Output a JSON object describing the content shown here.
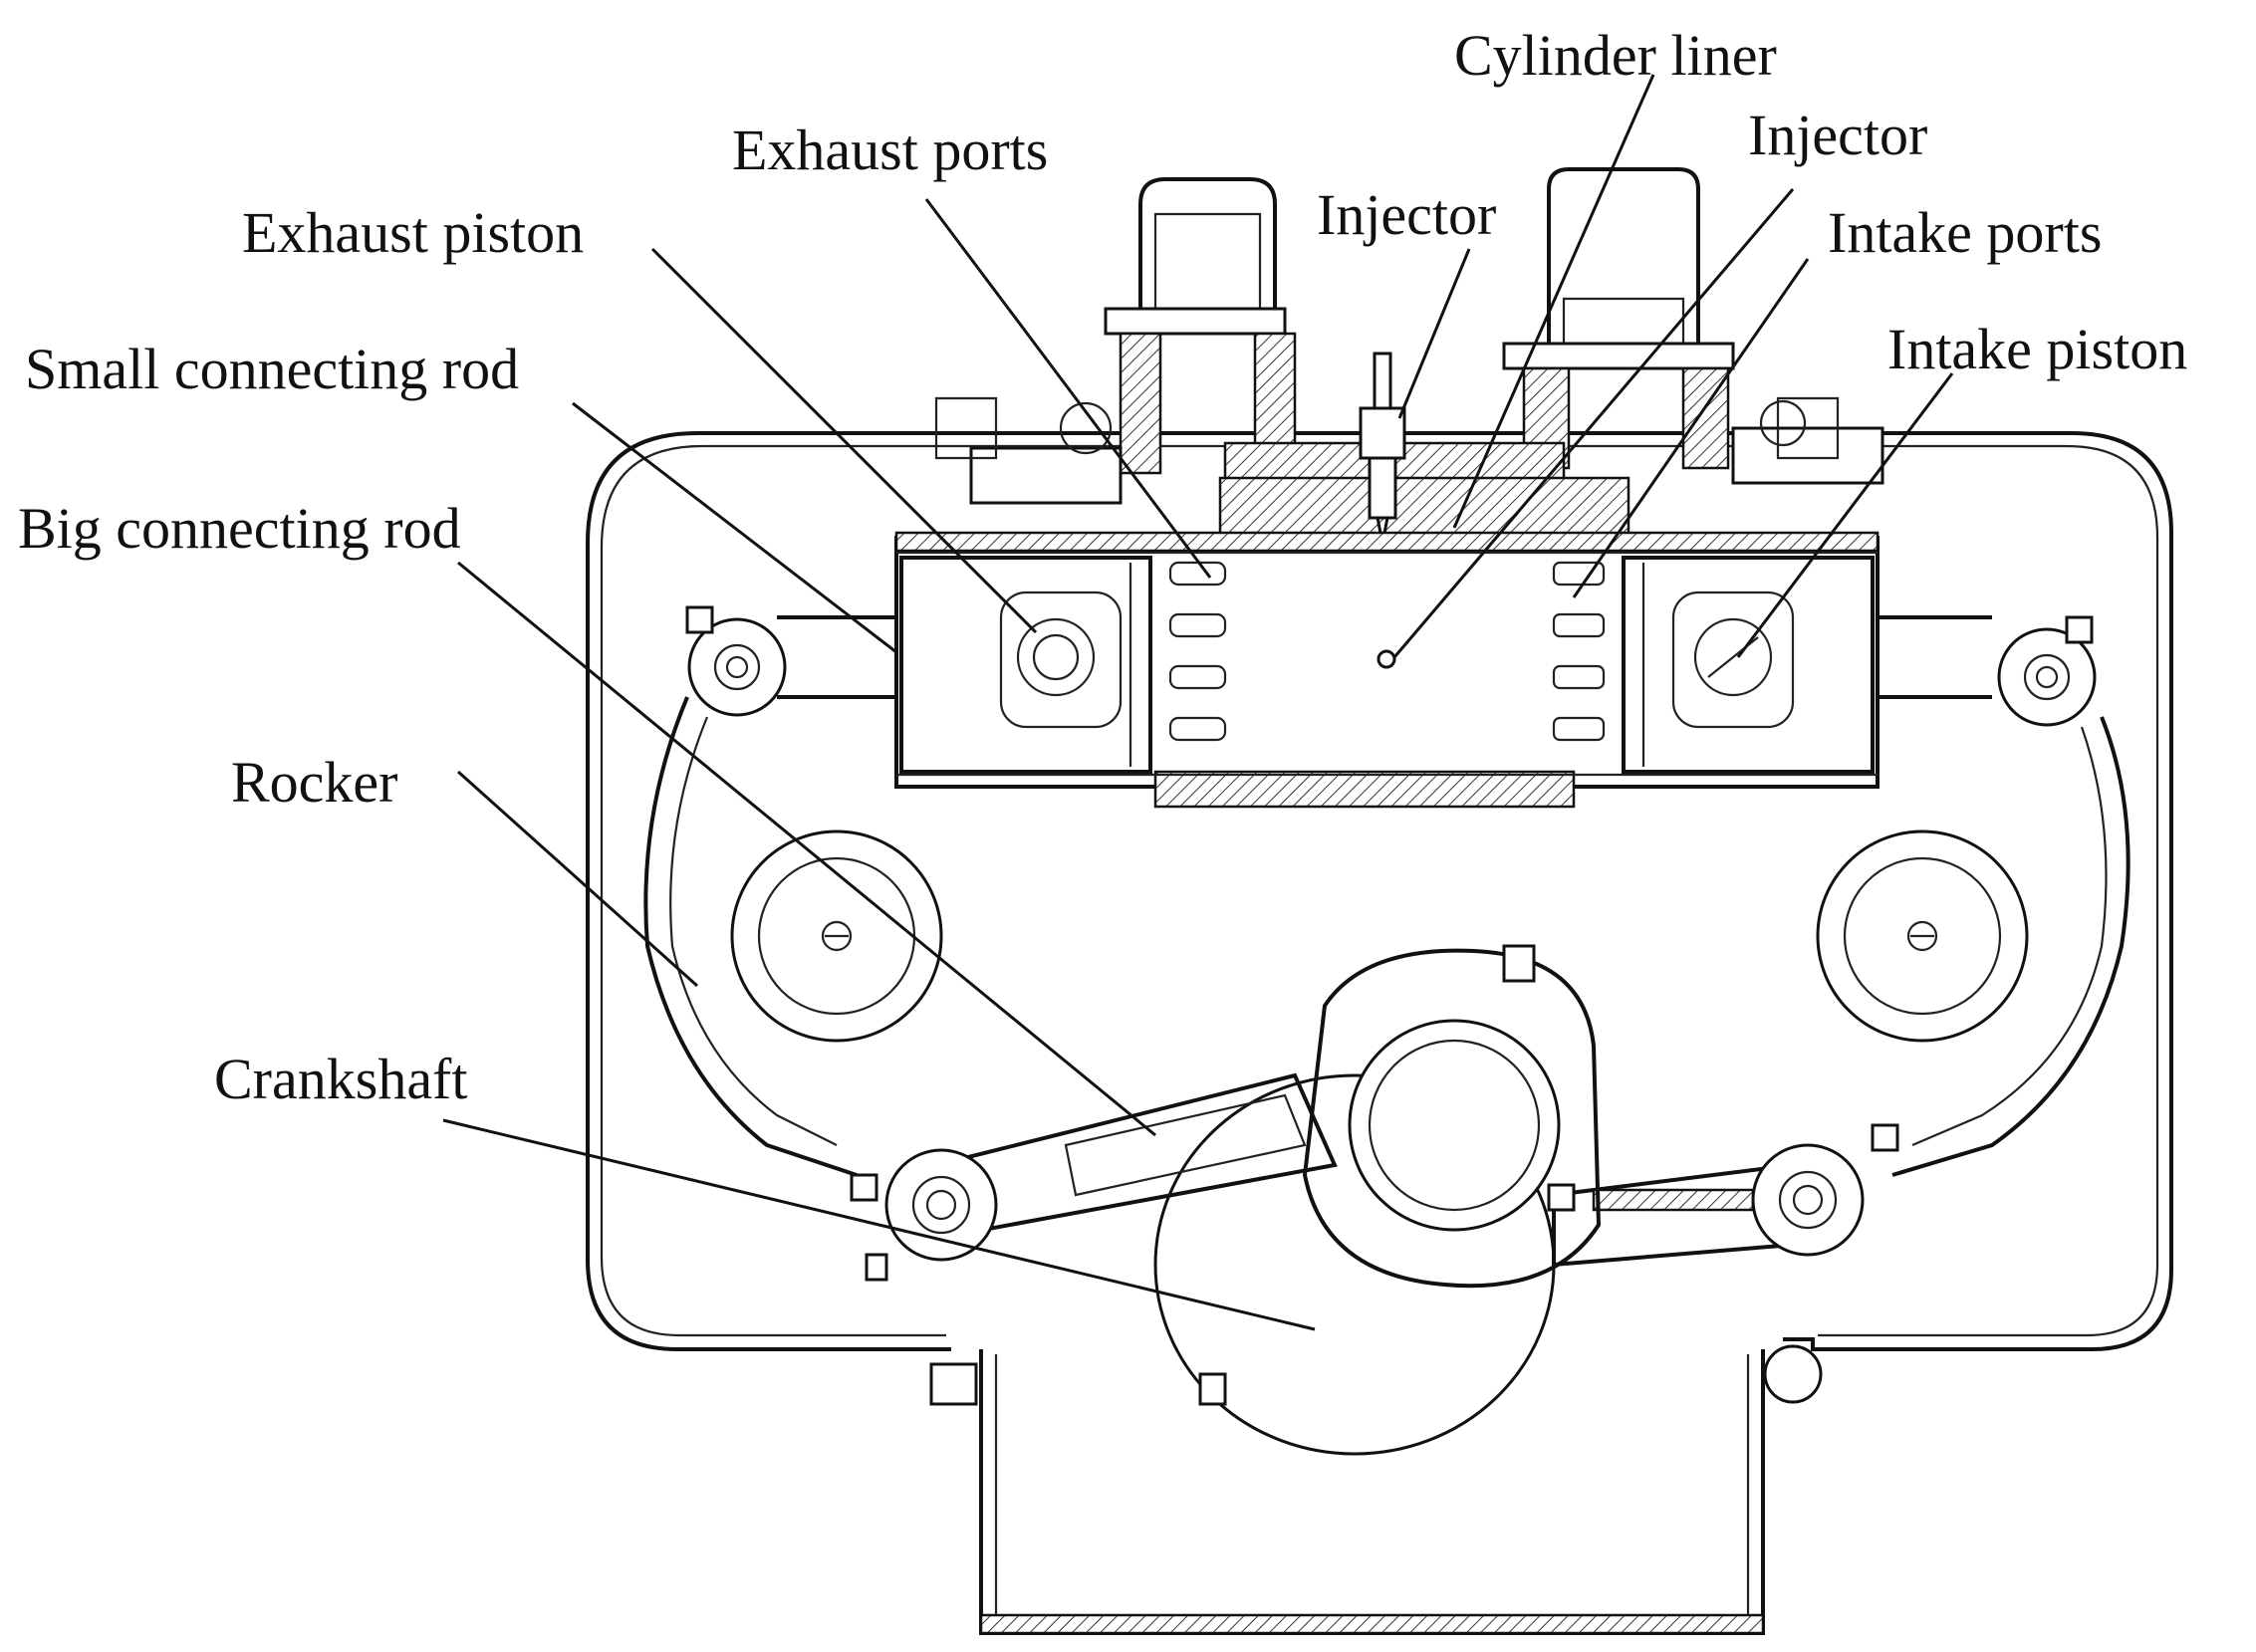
{
  "diagram": {
    "labels": {
      "cylinder_liner": "Cylinder liner",
      "exhaust_ports": "Exhaust ports",
      "injector_right": "Injector",
      "injector_center": "Injector",
      "exhaust_piston": "Exhaust piston",
      "intake_ports": "Intake ports",
      "small_connecting_rod": "Small connecting rod",
      "intake_piston": "Intake piston",
      "big_connecting_rod": "Big connecting rod",
      "rocker": "Rocker",
      "crankshaft": "Crankshaft"
    }
  }
}
